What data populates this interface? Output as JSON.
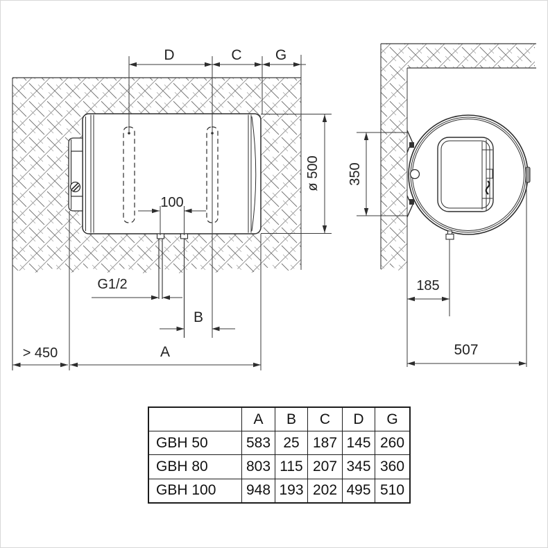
{
  "left_view": {
    "dims": {
      "d": "D",
      "c": "C",
      "g": "G",
      "diameter": "ø 500",
      "pipe_spacing": "100",
      "thread": "G1/2",
      "b": "B",
      "a": "A",
      "clearance": "> 450"
    }
  },
  "right_view": {
    "dims": {
      "bracket_spacing": "350",
      "drain_offset": "185",
      "depth": "507"
    }
  },
  "table": {
    "corner": "",
    "headers": [
      "A",
      "B",
      "C",
      "D",
      "G"
    ],
    "rows": [
      {
        "model": "GBH 50",
        "values": [
          "583",
          "25",
          "187",
          "145",
          "260"
        ]
      },
      {
        "model": "GBH 80",
        "values": [
          "803",
          "115",
          "207",
          "345",
          "360"
        ]
      },
      {
        "model": "GBH 100",
        "values": [
          "948",
          "193",
          "202",
          "495",
          "510"
        ]
      }
    ]
  }
}
